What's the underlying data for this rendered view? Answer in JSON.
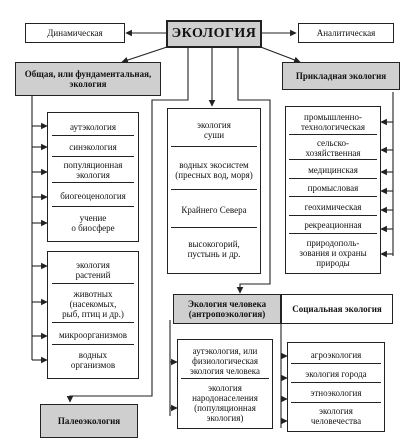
{
  "title": "ЭКОЛОГИЯ",
  "dynamic": "Динамическая",
  "analytic": "Аналитическая",
  "general": "Общая, или фундаментальная,\nэкология",
  "general_items": [
    "аутэкология",
    "синэкология",
    "популяционная\nэкология",
    "биогеоценология",
    "учение\nо биосфере"
  ],
  "organism_items": [
    "экология\nрастений",
    "животных\n(насекомых,\nрыб, птиц и др.)",
    "микроорганизмов",
    "водных\nорганизмов"
  ],
  "paleo": "Палеоэкология",
  "habitat_items": [
    "экология\nсуши",
    "водных экосистем\n(пресных вод, моря)",
    "Крайнего Севера",
    "высокогорий,\nпустынь и др."
  ],
  "applied": "Прикладная экология",
  "applied_items": [
    "промышленно-\nтехнологическая",
    "сельско-\nхозяйственная",
    "медицинская",
    "промысловая",
    "геохимическая",
    "рекреационная",
    "природополь-\nзования и охраны\nприроды"
  ],
  "human": "Экология человека\n(антропоэкология)",
  "social": "Социальная экология",
  "human_items": [
    "аутэкология, или\nфизиологическая\nэкология человека",
    "экология\nнародонаселения\n(популяционная\nэкология)"
  ],
  "social_items": [
    "агроэкология",
    "экология города",
    "этноэкология",
    "экология\nчеловечества"
  ]
}
